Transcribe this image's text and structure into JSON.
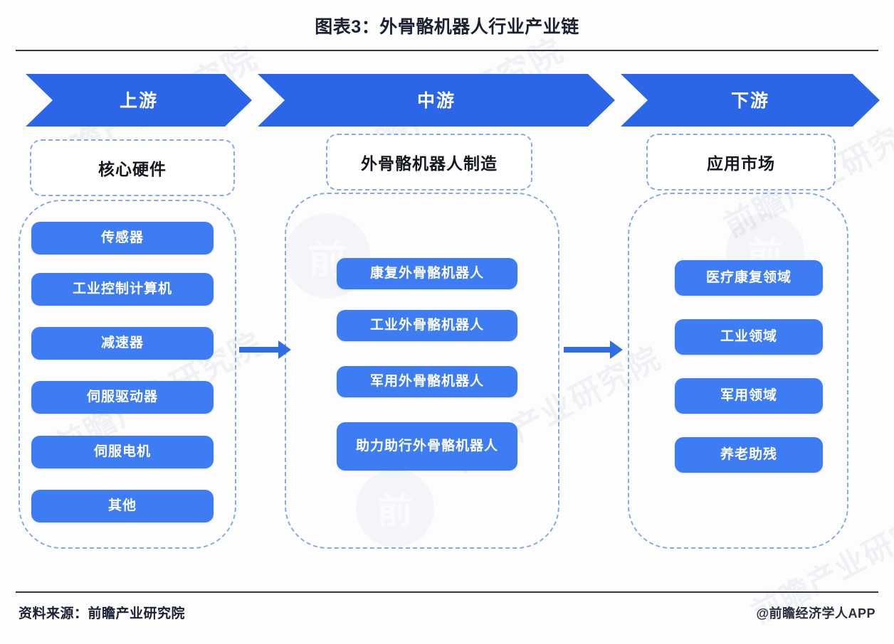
{
  "title": "图表3：外骨骼机器人行业产业链",
  "colors": {
    "banner_blue": "#2c66e8",
    "pill_blue": "#3d7cf2",
    "dashed_border": "#8aa7e8",
    "arrow_blue": "#2f6fe4",
    "text_dark": "#1c2033"
  },
  "banner": {
    "segments": [
      {
        "label": "上游"
      },
      {
        "label": "中游"
      },
      {
        "label": "下游"
      }
    ]
  },
  "columns": [
    {
      "header": "核心硬件",
      "items": [
        {
          "label": "传感器"
        },
        {
          "label": "工业控制计算机"
        },
        {
          "label": "减速器"
        },
        {
          "label": "伺服驱动器"
        },
        {
          "label": "伺服电机"
        },
        {
          "label": "其他"
        }
      ]
    },
    {
      "header": "外骨骼机器人制造",
      "items": [
        {
          "label": "康复外骨骼机器人"
        },
        {
          "label": "工业外骨骼机器人"
        },
        {
          "label": "军用外骨骼机器人"
        },
        {
          "label": "助力助行外骨骼机器人"
        }
      ]
    },
    {
      "header": "应用市场",
      "items": [
        {
          "label": "医疗康复领域"
        },
        {
          "label": "工业领域"
        },
        {
          "label": "军用领域"
        },
        {
          "label": "养老助残"
        }
      ]
    }
  ],
  "footer": {
    "source": "资料来源：前瞻产业研究院",
    "credit": "@前瞻经济学人APP"
  },
  "watermarks": {
    "text": "前瞻产业研究院",
    "logo_text": "前"
  }
}
